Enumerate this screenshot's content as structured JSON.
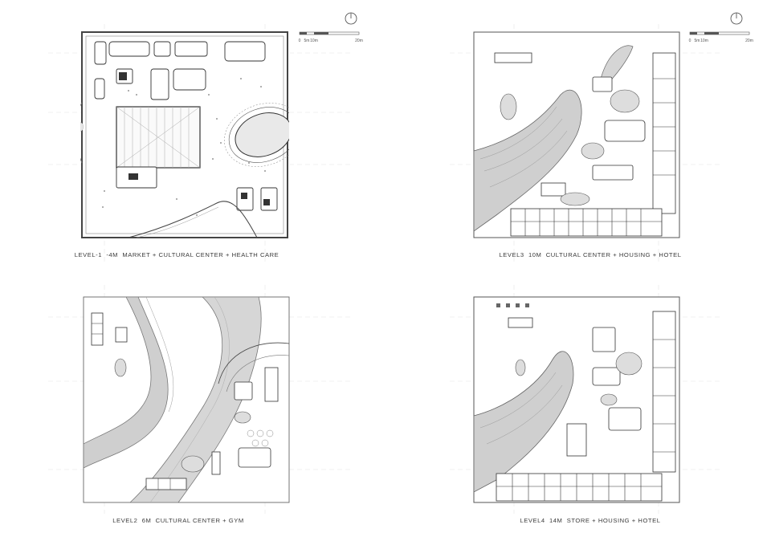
{
  "plans": [
    {
      "id": "level-1",
      "caption": "LEVEL-1  -4M  MARKET + CULTURAL CENTER + HEALTH CARE"
    },
    {
      "id": "level3",
      "caption": "LEVEL3  10M  CULTURAL CENTER + HOUSING + HOTEL"
    },
    {
      "id": "level2",
      "caption": "LEVEL2  6M  CULTURAL CENTER + GYM"
    },
    {
      "id": "level4",
      "caption": "LEVEL4  14M  STORE + HOUSING + HOTEL"
    }
  ],
  "scale_bar": {
    "labels": [
      "0",
      "5m",
      "10m",
      "20m"
    ]
  },
  "icons": {
    "north": "north-arrow-icon"
  },
  "colors": {
    "line": "#555555",
    "wall": "#222222",
    "ramp": "#c9c9c9",
    "ramp_dark": "#a8a8a8",
    "paper": "#ffffff"
  }
}
